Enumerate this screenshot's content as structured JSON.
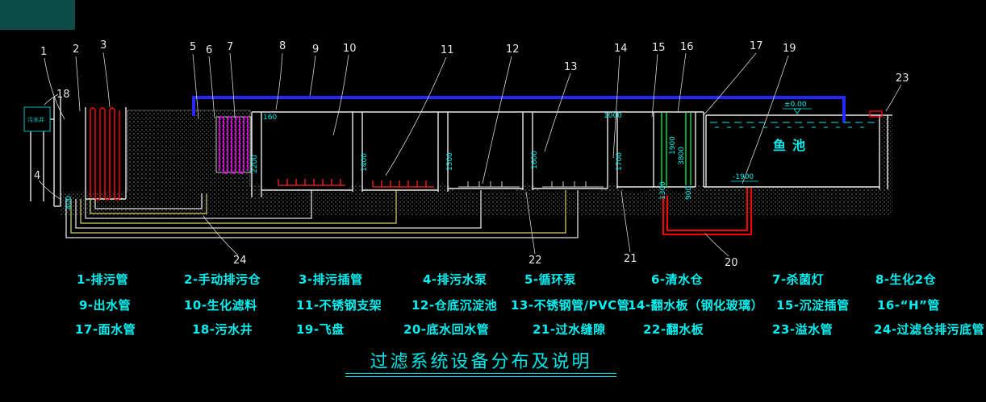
{
  "title": "过滤系统设备分布及说明",
  "colors": {
    "background": "#000000",
    "line_white": "#e8e8e8",
    "text_cyan": "#00f0f0",
    "pipe_red": "#ff0000",
    "coil_magenta": "#ff00ff",
    "pipe_blue": "#2626ff",
    "plate_green": "#00cc44",
    "pipe_yellow": "#cccc66",
    "corner_panel_teal": "#0d4a4a"
  },
  "callouts": {
    "c1": "1",
    "c2": "2",
    "c3": "3",
    "c4": "4",
    "c5": "5",
    "c6": "6",
    "c7": "7",
    "c8": "8",
    "c9": "9",
    "c10": "10",
    "c11": "11",
    "c12": "12",
    "c13": "13",
    "c14": "14",
    "c15": "15",
    "c16": "16",
    "c17": "17",
    "c18": "18",
    "c19": "19",
    "c20": "20",
    "c21": "21",
    "c22": "22",
    "c23": "23",
    "c24": "24"
  },
  "drawing_labels": {
    "fish_pond": "鱼池",
    "sewage_well": "污水井",
    "level_top": "±0.00",
    "level_bottom": "-1900"
  },
  "dimensions": {
    "d160": "160",
    "d2200": "2200",
    "d1400": "1400",
    "d1500": "1500",
    "d1600": "1600",
    "d1700": "1700",
    "d1000": "1000",
    "d1900": "1900",
    "d3800": "3800",
    "d1300": "1300",
    "d900": "900",
    "d400": "400"
  },
  "legend": {
    "rows": [
      [
        "1-排污管",
        "2-手动排污仓",
        "3-排污插管",
        "4-排污水泵",
        "5-循环泵",
        "6-清水仓",
        "7-杀菌灯",
        "8-生化2仓"
      ],
      [
        "9-出水管",
        "10-生化滤料",
        "11-不锈钢支架",
        "12-仓底沉淀池",
        "13-不锈钢管/PVC管",
        "14-翻水板（钢化玻璃）",
        "15-沉淀插管",
        "16-“H”管"
      ],
      [
        "17-面水管",
        "18-污水井",
        "19-飞盘",
        "20-底水回水管",
        "21-过水缝隙",
        "22-翻水板",
        "23-溢水管",
        "24-过滤仓排污底管"
      ]
    ]
  }
}
